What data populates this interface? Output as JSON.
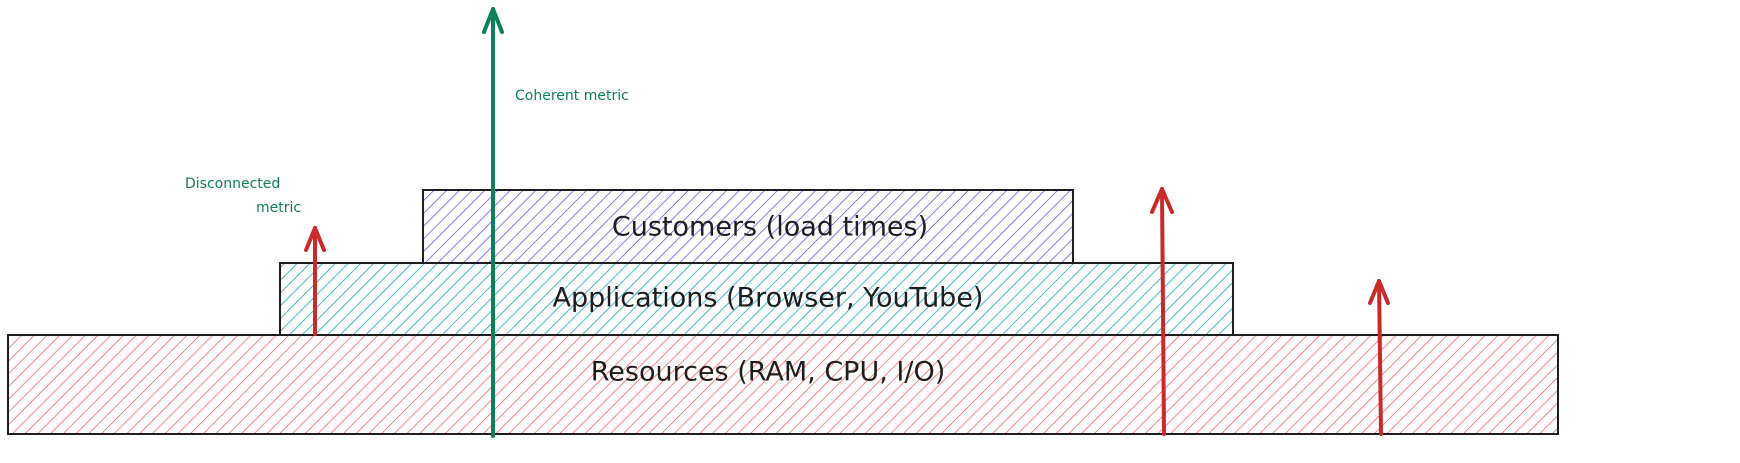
{
  "colors": {
    "customers_hatch": "#7950f2",
    "applications_hatch": "#15aabf",
    "resources_hatch": "#fa5252",
    "disconnected_arrow": "#c92a2a",
    "coherent_arrow": "#0c7f5b",
    "stroke": "#1e1e1e"
  },
  "layers": {
    "customers": "Customers (load times)",
    "applications": "Applications (Browser, YouTube)",
    "resources": "Resources (RAM, CPU, I/O)"
  },
  "annotations": {
    "coherent": "Coherent metric",
    "disconnected_line1": "Disconnected",
    "disconnected_line2": "metric"
  }
}
